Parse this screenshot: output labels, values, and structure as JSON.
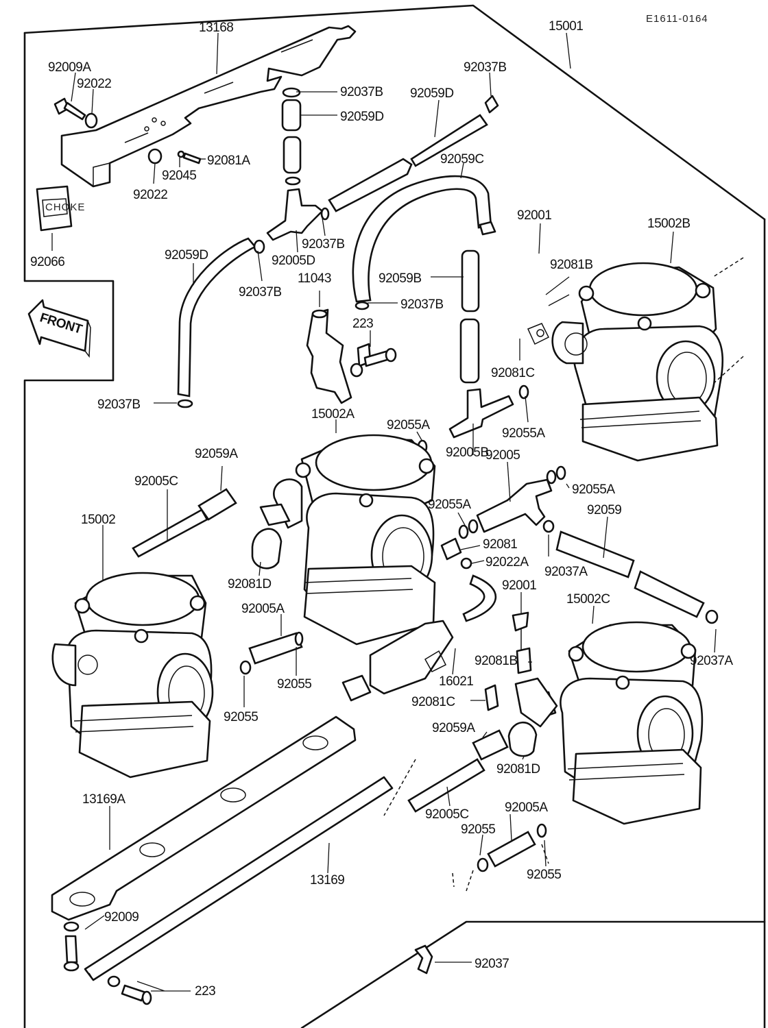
{
  "diagram": {
    "code": "E1611-0164",
    "front_label": "FRONT",
    "sticker_text": "CHOKE",
    "labels": [
      {
        "id": "l01",
        "text": "13168"
      },
      {
        "id": "l02",
        "text": "15001"
      },
      {
        "id": "l03",
        "text": "92009A"
      },
      {
        "id": "l04",
        "text": "92022"
      },
      {
        "id": "l05",
        "text": "92037B"
      },
      {
        "id": "l06",
        "text": "92037B"
      },
      {
        "id": "l07",
        "text": "92059D"
      },
      {
        "id": "l08",
        "text": "92059D"
      },
      {
        "id": "l09",
        "text": "92081A"
      },
      {
        "id": "l10",
        "text": "92045"
      },
      {
        "id": "l11",
        "text": "92022"
      },
      {
        "id": "l12",
        "text": "92059C"
      },
      {
        "id": "l13",
        "text": "92066"
      },
      {
        "id": "l14",
        "text": "92037B"
      },
      {
        "id": "l15",
        "text": "92005D"
      },
      {
        "id": "l16",
        "text": "92059D"
      },
      {
        "id": "l17",
        "text": "92037B"
      },
      {
        "id": "l18",
        "text": "11043"
      },
      {
        "id": "l19",
        "text": "92059B"
      },
      {
        "id": "l20",
        "text": "92037B"
      },
      {
        "id": "l21",
        "text": "223"
      },
      {
        "id": "l22",
        "text": "92001"
      },
      {
        "id": "l23",
        "text": "15002B"
      },
      {
        "id": "l24",
        "text": "92081B"
      },
      {
        "id": "l25",
        "text": "92081C"
      },
      {
        "id": "l26",
        "text": "92037B"
      },
      {
        "id": "l27",
        "text": "15002A"
      },
      {
        "id": "l28",
        "text": "92055A"
      },
      {
        "id": "l29",
        "text": "92055A"
      },
      {
        "id": "l30",
        "text": "92059A"
      },
      {
        "id": "l31",
        "text": "92005B"
      },
      {
        "id": "l32",
        "text": "92005C"
      },
      {
        "id": "l33",
        "text": "92005"
      },
      {
        "id": "l34",
        "text": "92055A"
      },
      {
        "id": "l35",
        "text": "92055A"
      },
      {
        "id": "l36",
        "text": "92059"
      },
      {
        "id": "l37",
        "text": "15002"
      },
      {
        "id": "l38",
        "text": "92081"
      },
      {
        "id": "l39",
        "text": "92022A"
      },
      {
        "id": "l40",
        "text": "92037A"
      },
      {
        "id": "l41",
        "text": "92081D"
      },
      {
        "id": "l42",
        "text": "92001"
      },
      {
        "id": "l43",
        "text": "15002C"
      },
      {
        "id": "l44",
        "text": "92005A"
      },
      {
        "id": "l45",
        "text": "92055"
      },
      {
        "id": "l46",
        "text": "92081B"
      },
      {
        "id": "l47",
        "text": "16021"
      },
      {
        "id": "l48",
        "text": "92037A"
      },
      {
        "id": "l49",
        "text": "92081C"
      },
      {
        "id": "l50",
        "text": "92055"
      },
      {
        "id": "l51",
        "text": "92059A"
      },
      {
        "id": "l52",
        "text": "92081D"
      },
      {
        "id": "l53",
        "text": "13169A"
      },
      {
        "id": "l54",
        "text": "92005C"
      },
      {
        "id": "l55",
        "text": "92005A"
      },
      {
        "id": "l56",
        "text": "92055"
      },
      {
        "id": "l57",
        "text": "13169"
      },
      {
        "id": "l58",
        "text": "92055"
      },
      {
        "id": "l59",
        "text": "92009"
      },
      {
        "id": "l60",
        "text": "92037"
      },
      {
        "id": "l61",
        "text": "223"
      }
    ]
  }
}
